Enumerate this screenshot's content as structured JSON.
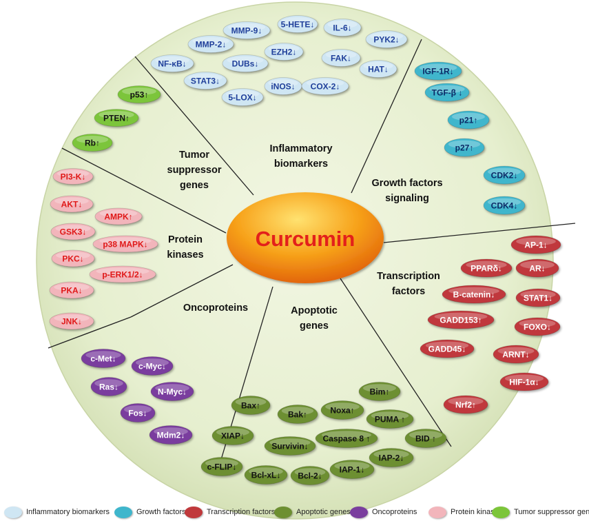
{
  "center_label": "Curcumin",
  "sectors": {
    "inflammatory": [
      "Inflammatory",
      "biomarkers"
    ],
    "growth": [
      "Growth factors",
      "signaling"
    ],
    "transcription": [
      "Transcription",
      "factors"
    ],
    "apoptotic": [
      "Apoptotic",
      "genes"
    ],
    "oncoproteins": [
      "Oncoproteins"
    ],
    "kinases": [
      "Protein",
      "kinases"
    ],
    "tumor": [
      "Tumor",
      "suppressor",
      "genes"
    ]
  },
  "categories": {
    "inflammatory": {
      "label": "Inflammatory biomarkers",
      "color": "#cfe6f3",
      "text_color": "#1f3f9a"
    },
    "growth": {
      "label": "Growth factors",
      "color": "#3fb6cc",
      "text_color": "#0b2a66"
    },
    "transcription": {
      "label": "Transcription factors",
      "color": "#c0393c",
      "text_color": "#ffffff"
    },
    "apoptotic": {
      "label": "Apoptotic genes",
      "color": "#6d8f31",
      "text_color": "#111111"
    },
    "oncoproteins": {
      "label": "Oncoproteins",
      "color": "#7a3e9e",
      "text_color": "#ffffff"
    },
    "kinases": {
      "label": "Protein kinases",
      "color": "#f2b5bb",
      "text_color": "#e01818"
    },
    "tumor": {
      "label": "Tumor suppressor gene",
      "color": "#7cc53a",
      "text_color": "#111111"
    }
  },
  "legend_order": [
    "inflammatory",
    "growth",
    "transcription",
    "apoptotic",
    "oncoproteins",
    "kinases",
    "tumor"
  ],
  "nodes": {
    "inflammatory": [
      "MMP-9↓",
      "5-HETE↓",
      "IL-6↓",
      "PYK2↓",
      "MMP-2↓",
      "EZH2↓",
      "FAK↓",
      "HAT↓",
      "NF-κB↓",
      "DUBs↓",
      "STAT3↓",
      "iNOS↓",
      "COX-2↓",
      "5-LOX↓"
    ],
    "growth": [
      "IGF-1R↓",
      "TGF-β ↓",
      "p21↑",
      "p27↑",
      "CDK2↓",
      "CDK4↓"
    ],
    "transcription": [
      "AP-1↓",
      "PPARδ↓",
      "AR↓",
      "B-catenin↓",
      "STAT1↓",
      "GADD153↑",
      "FOXO↓",
      "GADD45↓",
      "ARNT↓",
      "HIF-1α↓",
      "Nrf2↑"
    ],
    "apoptotic": [
      "Bim↑",
      "Bax↑",
      "Bak↑",
      "Noxa↑",
      "PUMA ↑",
      "XIAP↓",
      "Survivin↓",
      "Caspase 8 ↑",
      "BID ↑",
      "IAP-2↓",
      "c-FLIP↓",
      "Bcl-xL↓",
      "Bcl-2↓",
      "IAP-1↓"
    ],
    "oncoproteins": [
      "c-Met↓",
      "c-Myc↓",
      "Ras↓",
      "N-Myc↓",
      "Fos↓",
      "Mdm2↓"
    ],
    "kinases": [
      "PI3-K↓",
      "AKT↓",
      "AMPK↑",
      "GSK3↓",
      "p38 MAPK↓",
      "PKC↓",
      "p-ERK1/2↓",
      "PKA↓",
      "JNK↓"
    ],
    "tumor": [
      "p53↑",
      "PTEN↑",
      "Rb↑"
    ]
  }
}
